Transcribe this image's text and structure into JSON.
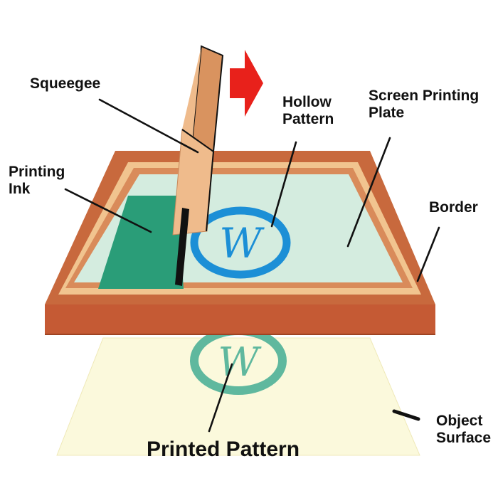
{
  "labels": {
    "squeegee": "Squeegee",
    "printing_ink_1": "Printing",
    "printing_ink_2": "Ink",
    "hollow_pattern_1": "Hollow",
    "hollow_pattern_2": "Pattern",
    "screen_plate_1": "Screen Printing",
    "screen_plate_2": "Plate",
    "border": "Border",
    "object_surface_1": "Object",
    "object_surface_2": "Surface",
    "printed_pattern": "Printed Pattern"
  },
  "pattern_letter": "W",
  "colors": {
    "frame_outer": "#c8693d",
    "frame_front": "#c55a34",
    "frame_inner": "#f1c48f",
    "screen_mesh": "#d4ecdf",
    "ink": "#2a9d78",
    "hollow_ring": "#1c8fd6",
    "printed_ring": "#5fb89e",
    "object_surface": "#fbf9dc",
    "squeegee_wood": "#efbb8c",
    "squeegee_rubber": "#111111",
    "arrow": "#e8211b"
  },
  "icons": {
    "direction_arrow": "arrow-right-icon"
  }
}
